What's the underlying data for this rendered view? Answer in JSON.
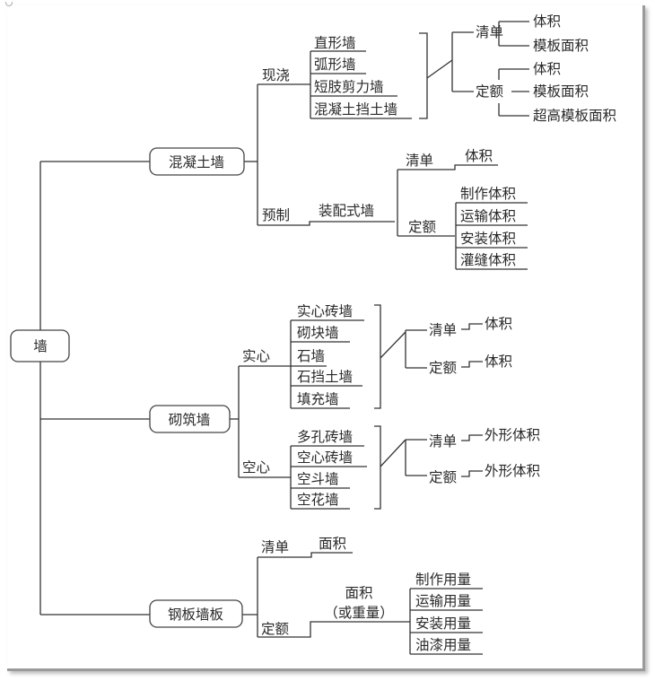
{
  "root": {
    "label": "墙"
  },
  "branches": [
    {
      "label": "混凝土墙",
      "subgroups": [
        {
          "label": "现浇",
          "items": [
            "直形墙",
            "弧形墙",
            "短肢剪力墙",
            "混凝土挡土墙"
          ],
          "measures": [
            {
              "type": "清单",
              "values": [
                "体积",
                "模板面积"
              ]
            },
            {
              "type": "定额",
              "values": [
                "体积",
                "模板面积",
                "超高模板面积"
              ]
            }
          ]
        },
        {
          "label": "预制",
          "item": "装配式墙",
          "measures": [
            {
              "type": "清单",
              "values": [
                "体积"
              ]
            },
            {
              "type": "定额",
              "values": [
                "制作体积",
                "运输体积",
                "安装体积",
                "灌缝体积"
              ]
            }
          ]
        }
      ]
    },
    {
      "label": "砌筑墙",
      "subgroups": [
        {
          "label": "实心",
          "items": [
            "实心砖墙",
            "砌块墙",
            "石墙",
            "石挡土墙",
            "填充墙"
          ],
          "measures": [
            {
              "type": "清单",
              "values": [
                "体积"
              ]
            },
            {
              "type": "定额",
              "values": [
                "体积"
              ]
            }
          ]
        },
        {
          "label": "空心",
          "items": [
            "多孔砖墙",
            "空心砖墙",
            "空斗墙",
            "空花墙"
          ],
          "measures": [
            {
              "type": "清单",
              "values": [
                "外形体积"
              ]
            },
            {
              "type": "定额",
              "values": [
                "外形体积"
              ]
            }
          ]
        }
      ]
    },
    {
      "label": "钢板墙板",
      "measures": [
        {
          "type": "清单",
          "values": [
            "面积"
          ]
        },
        {
          "type": "定额",
          "basis_line1": "面积",
          "basis_line2": "（或重量）",
          "values": [
            "制作用量",
            "运输用量",
            "安装用量",
            "油漆用量"
          ]
        }
      ]
    }
  ]
}
